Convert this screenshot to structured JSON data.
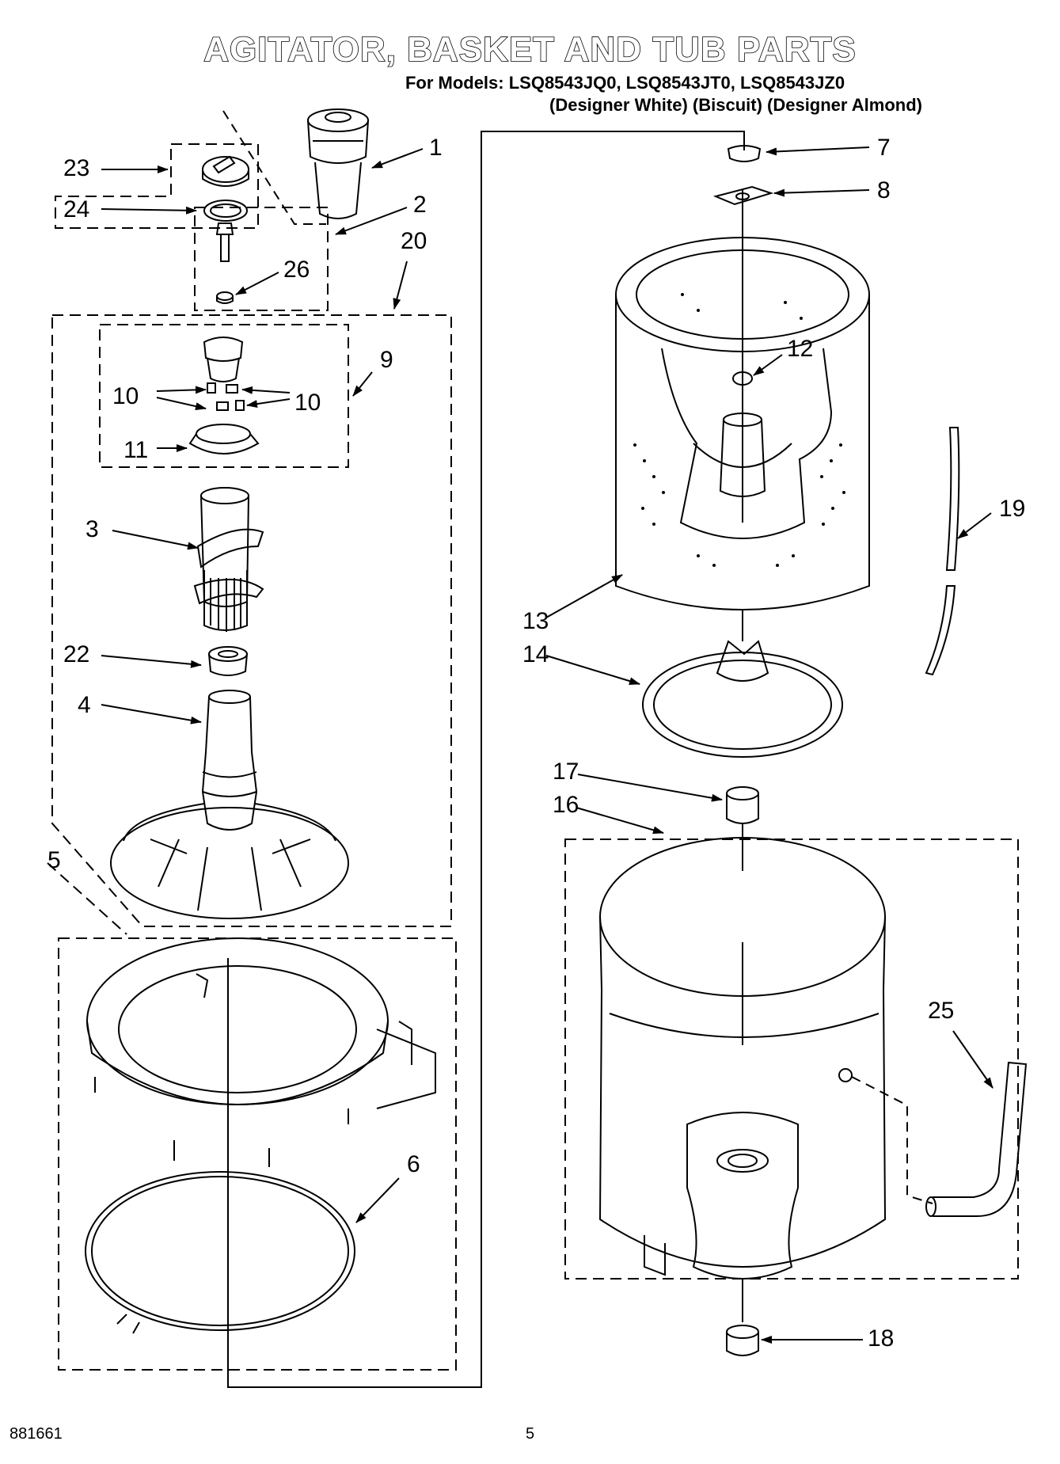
{
  "title": "AGITATOR, BASKET AND TUB PARTS",
  "models_line": "For Models: LSQ8543JQ0, LSQ8543JT0, LSQ8543JZ0",
  "colors_line": "(Designer White) (Biscuit) (Designer Almond)",
  "callouts": {
    "c1": "1",
    "c2": "2",
    "c3": "3",
    "c4": "4",
    "c5": "5",
    "c6": "6",
    "c7": "7",
    "c8": "8",
    "c9": "9",
    "c10a": "10",
    "c10b": "10",
    "c11": "11",
    "c12": "12",
    "c13": "13",
    "c14": "14",
    "c16": "16",
    "c17": "17",
    "c18": "18",
    "c19": "19",
    "c20": "20",
    "c22": "22",
    "c23": "23",
    "c24": "24",
    "c25": "25",
    "c26": "26"
  },
  "footer": {
    "doc_number": "881661",
    "page_number": "5"
  }
}
